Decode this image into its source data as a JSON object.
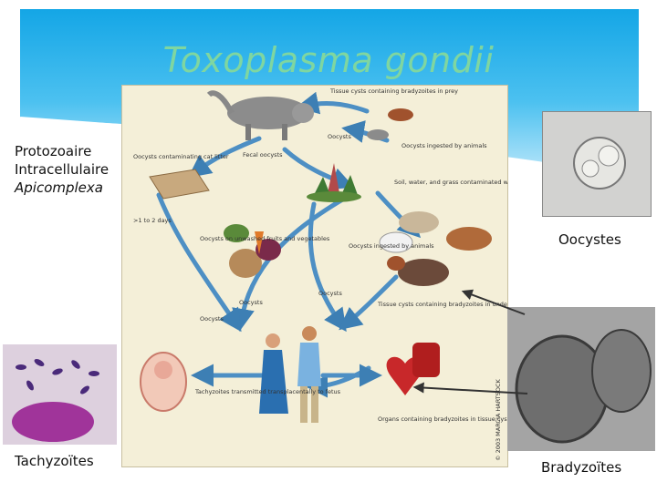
{
  "slide": {
    "title": "Toxoplasma gondii",
    "classification": {
      "line1": "Protozoaire",
      "line2": "Intracellulaire",
      "line3": "Apicomplexa"
    },
    "photo_labels": {
      "oocysts": "Oocystes",
      "tachyzoites": "Tachyzoïtes",
      "bradyzoites": "Bradyzoïtes"
    }
  },
  "figure": {
    "tissue_cysts_prey": "Tissue cysts containing bradyzoites in prey",
    "oocysts_top": "Oocysts",
    "oocysts_ingested": "Oocysts ingested by animals",
    "oocysts_cat_litter": "Oocysts contaminating cat litter",
    "fecal_oocysts": "Fecal oocysts",
    "soil_water": "Soil, water, and grass contaminated with oocysts",
    "days": ">1 to 2 days",
    "unwashed_fruits": "Oocysts on unwashed fruits and vegetables",
    "ingested_by_animals": "Oocysts ingested by animals",
    "oocysts_mid1": "Oocysts",
    "oocysts_mid2": "Oocysts",
    "oocysts_left": "Oocysts",
    "tissue_cysts_meat": "Tissue cysts containing bradyzoites in undercooked or raw meats",
    "tachyzoites_fetus": "Tachyzoites transmitted transplacentally to fetus",
    "organs": "Organs containing bradyzoites in tissue cysts or blood containing tachyzoites",
    "credit": "© 2003 MARCIA HARTSOCK"
  }
}
